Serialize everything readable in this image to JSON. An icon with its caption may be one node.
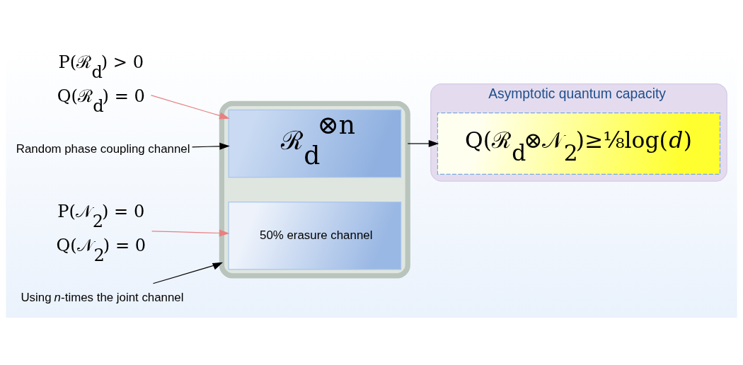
{
  "diagram": {
    "nodes": [
      {
        "text": [],
        "shape": "box"
      },
      {
        "text": [
          "ℛ$_{d}$$^{⊗n}$"
        ],
        "in": 0
      },
      {
        "text": [
          "50% erasure channel"
        ],
        "in": 0
      },
      {
        "text": [
          "P(ℛ$_{d}$) > 0",
          "Q(ℛ$_{d}$) = 0"
        ]
      },
      {
        "text": [
          "P(𝒩$_{2}$) = 0",
          "Q(𝒩$_{2}$) = 0"
        ]
      },
      {
        "text": [
          "Random phase coupling channel"
        ]
      },
      {
        "text": [
          "Using *n*-times the joint channel"
        ]
      },
      {
        "text": [
          "Asymptotic quantum capacity"
        ]
      },
      {
        "text": [
          "Q(ℛ$_{d}$⊗𝒩$_{2}$)≥⅛log(*d*)"
        ],
        "in": 7
      }
    ],
    "edges": [
      {
        "from": 5,
        "to": 1,
        "arrow": "to"
      },
      {
        "from": 3,
        "to": 1,
        "arrow": "to",
        "color": "#e88080"
      },
      {
        "from": 4,
        "to": 2,
        "arrow": "to",
        "color": "#e88080"
      },
      {
        "from": 6,
        "to": 0,
        "arrow": "to"
      },
      {
        "from": 0,
        "to": 8,
        "arrow": "to"
      }
    ]
  }
}
